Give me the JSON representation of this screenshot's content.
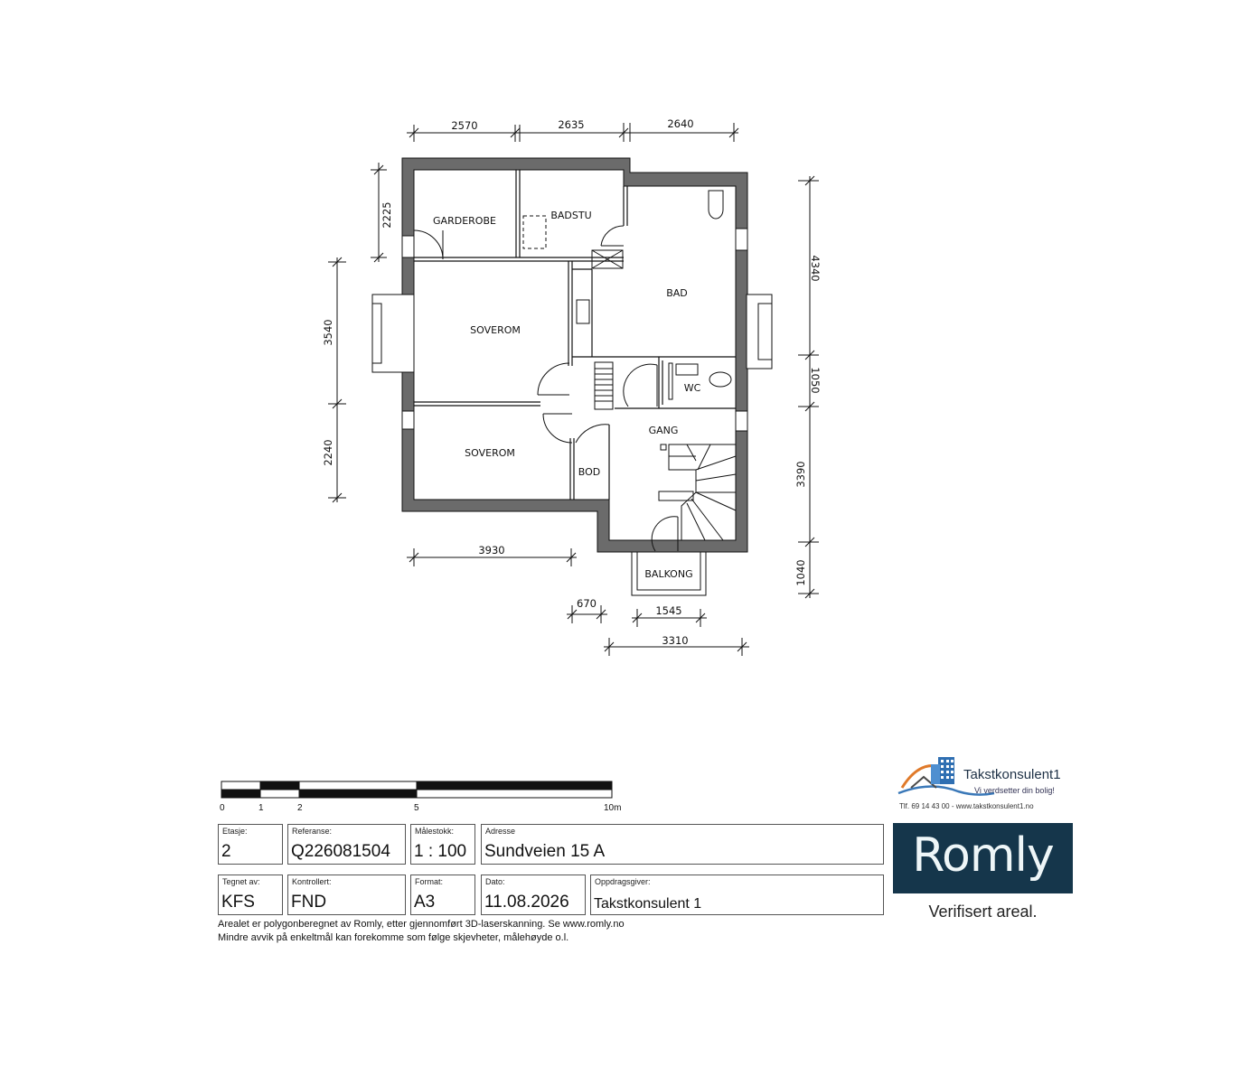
{
  "rooms": {
    "garderobe": "GARDEROBE",
    "badstu": "BADSTU",
    "bad": "BAD",
    "soverom1": "SOVEROM",
    "soverom2": "SOVEROM",
    "wc": "WC",
    "gang": "GANG",
    "bod": "BOD",
    "balkong": "BALKONG"
  },
  "dimensions": {
    "top": [
      "2570",
      "2635",
      "2640"
    ],
    "left": [
      "2225",
      "3540",
      "2240"
    ],
    "right": [
      "4340",
      "1050",
      "3390",
      "1040"
    ],
    "bottom": [
      "3930",
      "670",
      "1545",
      "3310"
    ]
  },
  "scale_bar": {
    "labels": [
      "0",
      "1",
      "2",
      "5",
      "10m"
    ]
  },
  "info": {
    "etasje": {
      "label": "Etasje:",
      "value": "2"
    },
    "referanse": {
      "label": "Referanse:",
      "value": "Q226081504"
    },
    "malestokk": {
      "label": "Målestokk:",
      "value": "1 : 100"
    },
    "adresse": {
      "label": "Adresse",
      "value": "Sundveien 15 A"
    },
    "tegnet_av": {
      "label": "Tegnet av:",
      "value": "KFS"
    },
    "kontrollert": {
      "label": "Kontrollert:",
      "value": "FND"
    },
    "format": {
      "label": "Format:",
      "value": "A3"
    },
    "dato": {
      "label": "Dato:",
      "value": "11.08.2026"
    },
    "oppdragsgiver": {
      "label": "Oppdragsgiver:",
      "value": "Takstkonsulent 1"
    }
  },
  "notes": [
    "Arealet er polygonberegnet av Romly, etter gjennomført 3D-laserskanning. Se www.romly.no",
    "Mindre avvik på enkeltmål kan forekomme som følge skjevheter, målehøyde o.l."
  ],
  "logo_takstkonsulent": {
    "name": "Takstkonsulent1",
    "slogan": "Vi verdsetter din bolig!",
    "contact": "Tlf. 69 14 43 00 - www.takstkonsulent1.no"
  },
  "logo_romly": {
    "word": "Romly",
    "tagline": "Verifisert areal."
  },
  "colors": {
    "wall": "#6b6b6b",
    "romly_bg": "#15364b",
    "romly_text": "#eef6f8"
  }
}
